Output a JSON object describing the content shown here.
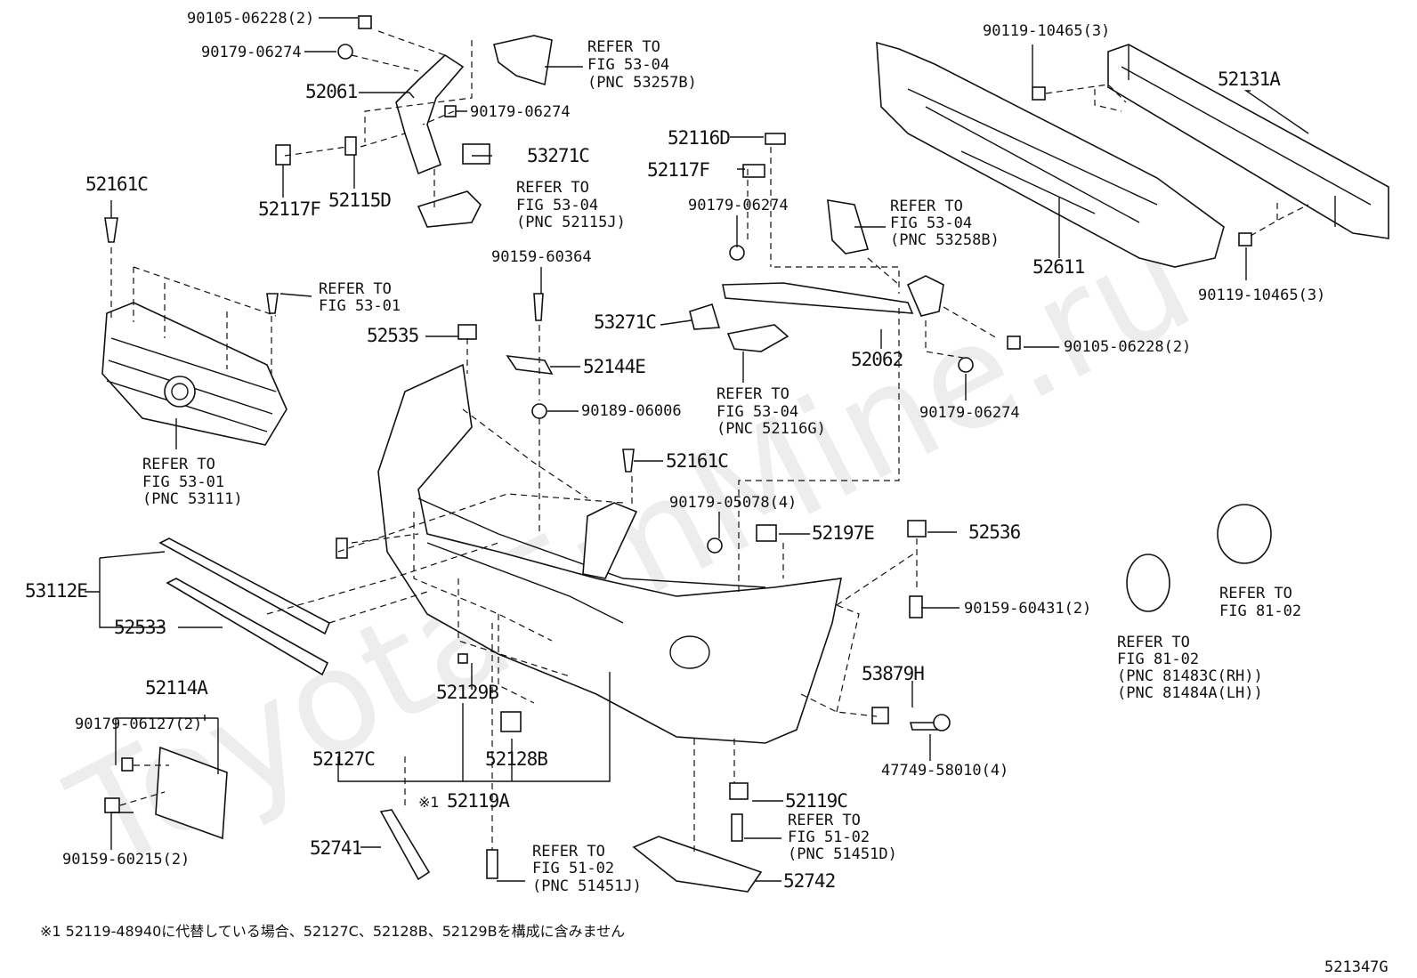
{
  "diagram_id": "521347G",
  "watermark": "ToyotaEmMine.ru",
  "footnote": "※1 52119-48940に代替している場合、52127C、52128B、52129Bを構成に含みません",
  "footnote_marker": "※1",
  "labels": {
    "p90105_06228_a": "90105-06228(2)",
    "p90179_06274_a": "90179-06274",
    "refer_53257B_1": "REFER TO",
    "refer_53257B_2": "FIG 53-04",
    "refer_53257B_3": "(PNC 53257B)",
    "p52061": "52061",
    "p90179_06274_b": "90179-06274",
    "p53271C_a": "53271C",
    "refer_52115J_1": "REFER TO",
    "refer_52115J_2": "FIG 53-04",
    "refer_52115J_3": "(PNC 52115J)",
    "p52117F_a": "52117F",
    "p52115D": "52115D",
    "p52161C_a": "52161C",
    "refer_5301_a1": "REFER TO",
    "refer_5301_a2": "FIG 53-01",
    "refer_53111_1": "REFER TO",
    "refer_53111_2": "FIG 53-01",
    "refer_53111_3": "(PNC 53111)",
    "p90119_10465_a": "90119-10465(3)",
    "p52131A": "52131A",
    "p52116D": "52116D",
    "p52117F_b": "52117F",
    "p90179_06274_c": "90179-06274",
    "refer_53258B_1": "REFER TO",
    "refer_53258B_2": "FIG 53-04",
    "refer_53258B_3": "(PNC 53258B)",
    "p52611": "52611",
    "p90119_10465_b": "90119-10465(3)",
    "p90159_60364": "90159-60364",
    "p52535": "52535",
    "p53271C_b": "53271C",
    "p52144E": "52144E",
    "p52062": "52062",
    "p90105_06228_b": "90105-06228(2)",
    "refer_52116G_1": "REFER TO",
    "refer_52116G_2": "FIG 53-04",
    "refer_52116G_3": "(PNC 52116G)",
    "p90179_06274_d": "90179-06274",
    "p90189_06006": "90189-06006",
    "p52161C_b": "52161C",
    "p90179_05078": "90179-05078(4)",
    "p52197E": "52197E",
    "p52536": "52536",
    "refer_8102_a1": "REFER TO",
    "refer_8102_a2": "FIG 81-02",
    "p53112E": "53112E",
    "p52533": "52533",
    "p90159_60431": "90159-60431(2)",
    "refer_8102_b1": "REFER TO",
    "refer_8102_b2": "FIG 81-02",
    "refer_8102_b3": "(PNC 81483C(RH))",
    "refer_8102_b4": "(PNC 81484A(LH))",
    "p52114A": "52114A",
    "p90179_06127": "90179-06127(2)",
    "p52129B": "52129B",
    "p53879H": "53879H",
    "p52127C": "52127C",
    "p52128B": "52128B",
    "p47749_58010": "47749-58010(4)",
    "p52119A": "52119A",
    "p52119C": "52119C",
    "refer_51451D_1": "REFER TO",
    "refer_51451D_2": "FIG 51-02",
    "refer_51451D_3": "(PNC 51451D)",
    "p90159_60215": "90159-60215(2)",
    "p52741": "52741",
    "refer_51451J_1": "REFER TO",
    "refer_51451J_2": "FIG 51-02",
    "refer_51451J_3": "(PNC 51451J)",
    "p52742": "52742"
  }
}
